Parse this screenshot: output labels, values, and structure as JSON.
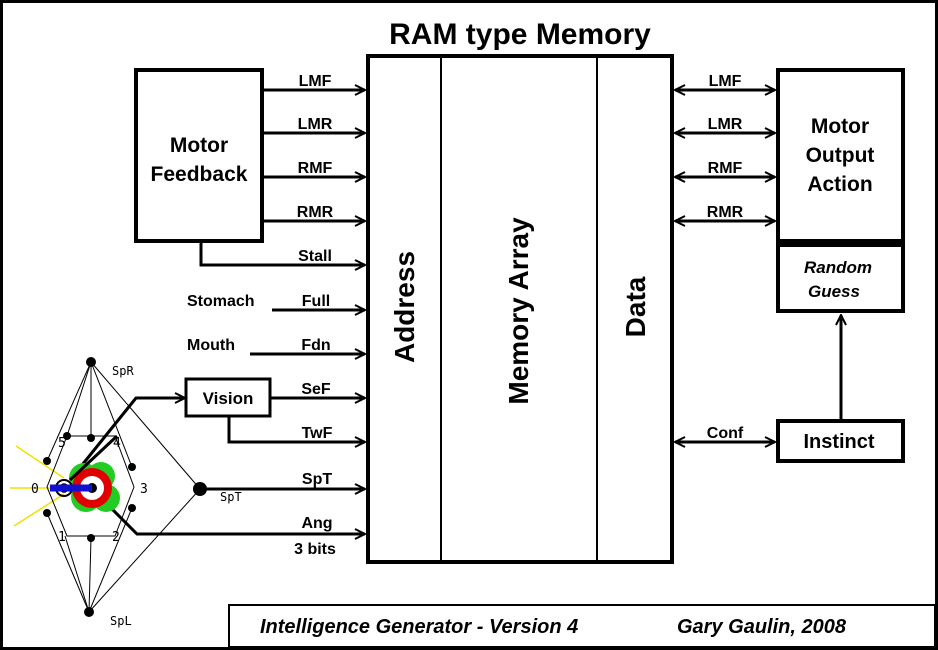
{
  "title": "RAM type Memory",
  "boxes": {
    "motor_feedback": [
      "Motor",
      "Feedback"
    ],
    "motor_output": [
      "Motor",
      "Output",
      "Action"
    ],
    "random_guess": [
      "Random",
      "Guess"
    ],
    "instinct": "Instinct",
    "vision": "Vision"
  },
  "memory": {
    "address": "Address",
    "array": "Memory Array",
    "data": "Data"
  },
  "inputs": {
    "lmf": "LMF",
    "lmr": "LMR",
    "rmf": "RMF",
    "rmr": "RMR",
    "stall": "Stall",
    "stomach": "Stomach",
    "full": "Full",
    "mouth": "Mouth",
    "fdn": "Fdn",
    "sef": "SeF",
    "twf": "TwF",
    "spt": "SpT",
    "ang": "Ang",
    "bits": "3 bits"
  },
  "outputs": {
    "lmf": "LMF",
    "lmr": "LMR",
    "rmf": "RMF",
    "rmr": "RMR",
    "conf": "Conf"
  },
  "sensor_labels": {
    "spr": "SpR",
    "spt": "SpT",
    "spl": "SpL",
    "n0": "0",
    "n1": "1",
    "n2": "2",
    "n3": "3",
    "n4": "4",
    "n5": "5"
  },
  "footer": {
    "version": "Intelligence Generator - Version 4",
    "author": "Gary Gaulin, 2008"
  },
  "colors": {
    "background": "#ffffff",
    "frame": "#000000",
    "target_red": "#e00000",
    "blob_green": "#22cc22",
    "bar_blue": "#1010d0",
    "ray_yellow": "#f0e000"
  }
}
